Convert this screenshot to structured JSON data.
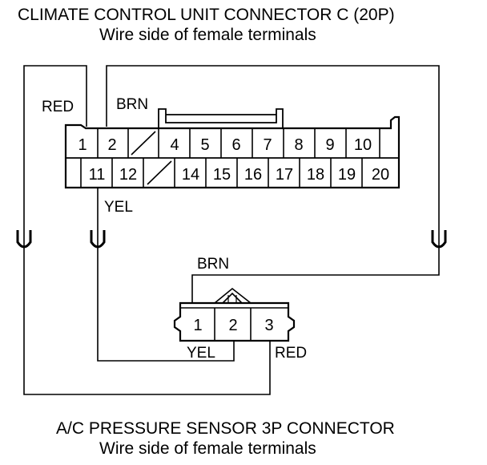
{
  "top_connector": {
    "title": "CLIMATE CONTROL UNIT CONNECTOR C (20P)",
    "subtitle": "Wire side of female terminals",
    "row1_pins": [
      "1",
      "2",
      "4",
      "5",
      "6",
      "7",
      "8",
      "9",
      "10"
    ],
    "row2_pins": [
      "11",
      "12",
      "14",
      "15",
      "16",
      "17",
      "18",
      "19",
      "20"
    ]
  },
  "bottom_connector": {
    "title": "A/C PRESSURE SENSOR 3P CONNECTOR",
    "subtitle": "Wire side of female terminals",
    "pins": [
      "1",
      "2",
      "3"
    ]
  },
  "wires": {
    "red_top": "RED",
    "brn_top": "BRN",
    "yel_top": "YEL",
    "brn_bottom": "BRN",
    "yel_bottom": "YEL",
    "red_bottom": "RED"
  },
  "break_symbol": "U"
}
